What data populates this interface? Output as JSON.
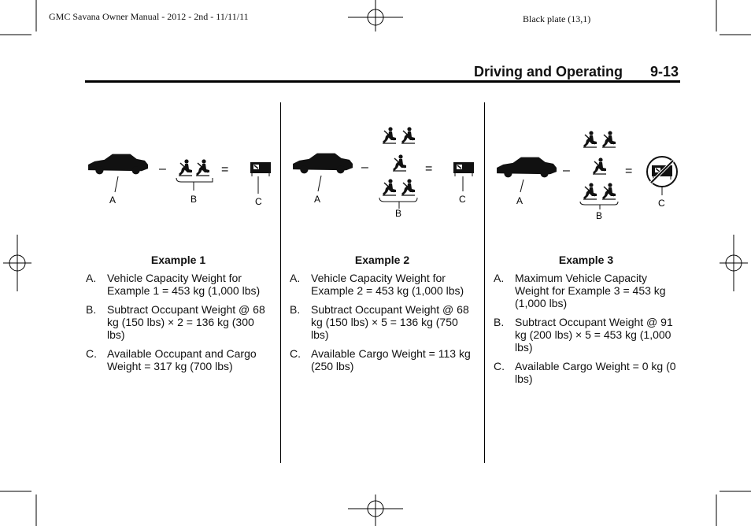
{
  "header": {
    "manual_line": "GMC Savana Owner Manual - 2012 - 2nd - 11/11/11",
    "plate": "Black plate (13,1)"
  },
  "page": {
    "section": "Driving and Operating",
    "number": "9-13"
  },
  "diagram_labels": {
    "a": "A",
    "b": "B",
    "c": "C",
    "minus": "–",
    "equals": "="
  },
  "examples": [
    {
      "title": "Example 1",
      "items": [
        {
          "letter": "A.",
          "text": "Vehicle Capacity Weight for Example 1 = 453 kg (1,000 lbs)"
        },
        {
          "letter": "B.",
          "text": "Subtract Occupant Weight @ 68 kg (150 lbs) × 2 = 136 kg (300 lbs)"
        },
        {
          "letter": "C.",
          "text": "Available Occupant and Cargo Weight = 317 kg (700 lbs)"
        }
      ]
    },
    {
      "title": "Example 2",
      "items": [
        {
          "letter": "A.",
          "text": "Vehicle Capacity Weight for Example 2 = 453 kg (1,000 lbs)"
        },
        {
          "letter": "B.",
          "text": "Subtract Occupant Weight @ 68 kg (150 lbs) × 5 = 136 kg (750 lbs)"
        },
        {
          "letter": "C.",
          "text": "Available Cargo Weight = 113 kg (250 lbs)"
        }
      ]
    },
    {
      "title": "Example 3",
      "items": [
        {
          "letter": "A.",
          "text": "Maximum Vehicle Capacity Weight for Example 3 = 453 kg (1,000 lbs)"
        },
        {
          "letter": "B.",
          "text": "Subtract Occupant Weight @ 91 kg (200 lbs) × 5 = 453 kg (1,000 lbs)"
        },
        {
          "letter": "C.",
          "text": "Available Cargo Weight = 0 kg (0 lbs)"
        }
      ]
    }
  ]
}
